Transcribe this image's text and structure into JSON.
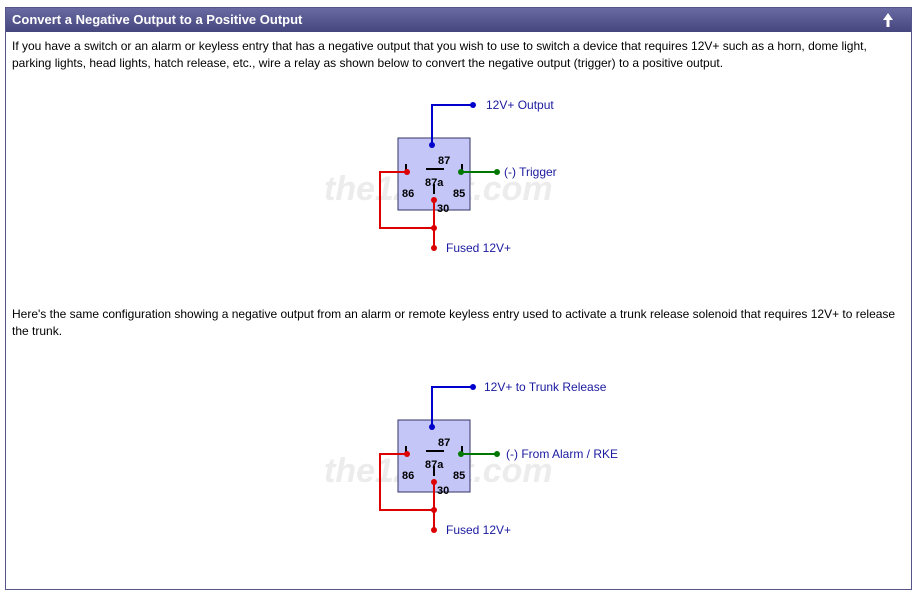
{
  "header": {
    "title": "Convert a Negative Output to a Positive Output"
  },
  "paragraphs": {
    "intro": "If you have a switch or an alarm or keyless entry that has a negative output that you wish to use to switch a device that requires 12V+ such as a horn, dome light, parking lights, head lights, hatch release, etc., wire a relay as shown below to convert the negative output (trigger) to a positive output.",
    "second": "Here's the same configuration showing a negative output from an alarm or remote keyless entry used to activate a trunk release solenoid that requires 12V+ to release the trunk."
  },
  "watermark": "the12volt.com",
  "relay_pins": {
    "p87": "87",
    "p87a": "87a",
    "p86": "86",
    "p85": "85",
    "p30": "30"
  },
  "diagram1": {
    "output_label": "12V+ Output",
    "trigger_label": "(-) Trigger",
    "power_label": "Fused 12V+"
  },
  "diagram2": {
    "output_label": "12V+ to Trunk Release",
    "trigger_label": "(-) From Alarm / RKE",
    "power_label": "Fused 12V+"
  },
  "colors": {
    "header_bg": "#55558a",
    "relay_fill": "#c4c6f8",
    "wire_output": "#0000cc",
    "wire_trigger": "#007700",
    "wire_power": "#dd0000",
    "label_text": "#1a1aa0"
  },
  "icons": {
    "scroll_top": "up-arrow-icon"
  }
}
